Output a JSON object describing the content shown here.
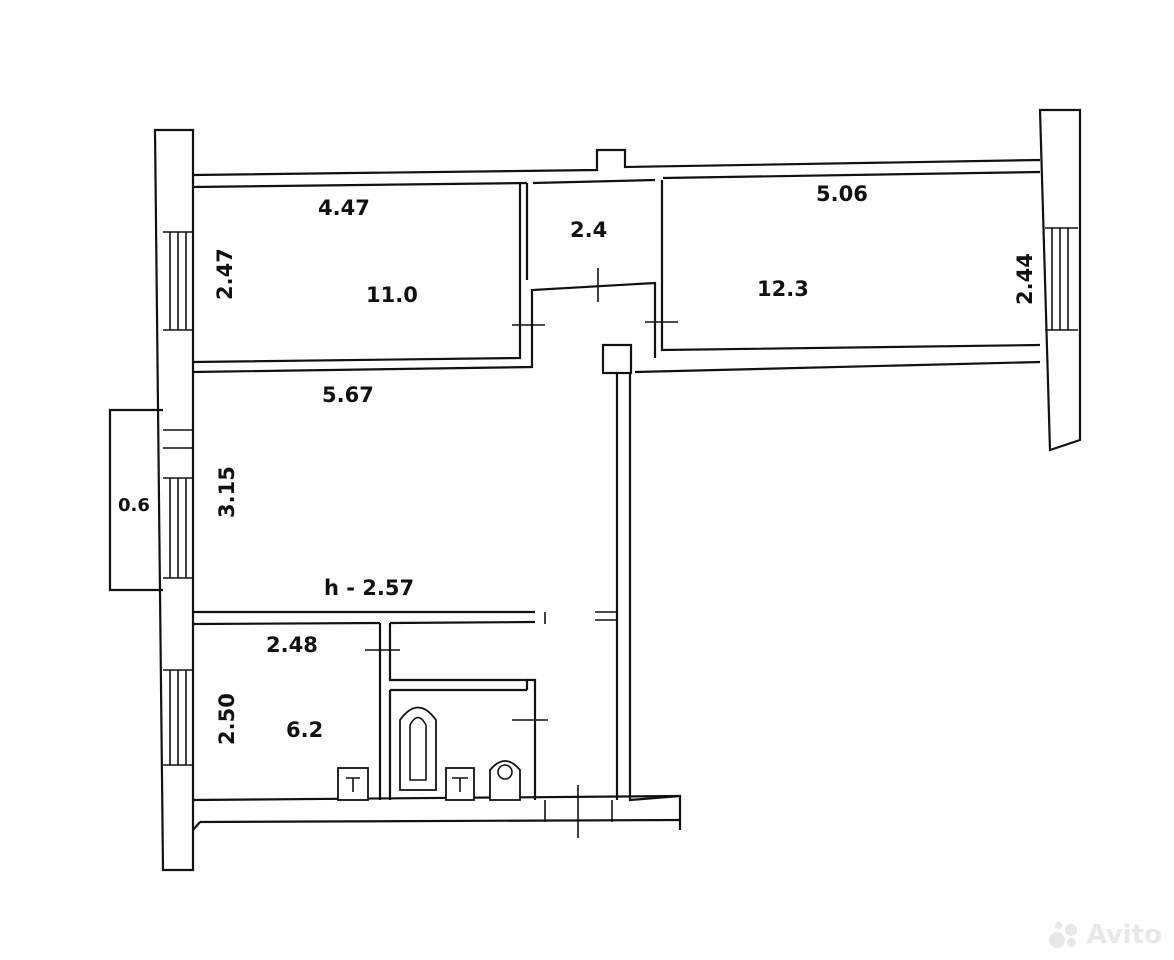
{
  "plan": {
    "room_bedroom_left_width": "4.47",
    "room_bedroom_left_depth": "2.47",
    "room_bedroom_left_area": "11.0",
    "room_closet_area": "2.4",
    "room_bedroom_right_width": "5.06",
    "room_bedroom_right_depth": "2.44",
    "room_bedroom_right_area": "12.3",
    "living_room_width": "5.67",
    "living_room_depth": "3.15",
    "balcony_depth": "0.6",
    "ceiling_height": "h - 2.57",
    "kitchen_width": "2.48",
    "kitchen_depth": "2.50",
    "kitchen_area": "6.2"
  },
  "watermark": {
    "text": "Avito"
  }
}
